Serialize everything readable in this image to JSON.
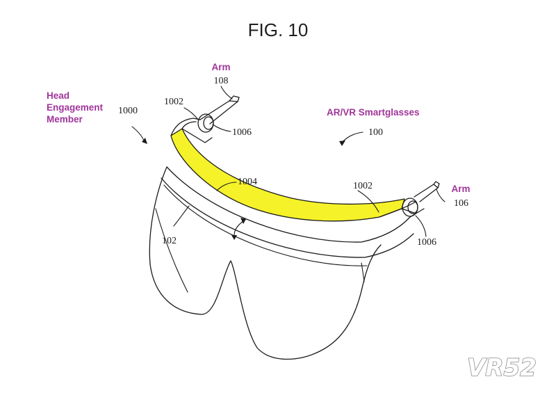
{
  "figure": {
    "title": "FIG. 10"
  },
  "labels": {
    "arm_left": "Arm",
    "arm_right": "Arm",
    "head_line1": "Head",
    "head_line2": "Engagement",
    "head_line3": "Member",
    "device": "AR/VR Smartglasses"
  },
  "refs": {
    "r108": "108",
    "r106": "106",
    "r1000": "1000",
    "r100": "100",
    "r1002_left": "1002",
    "r1002_right": "1002",
    "r1006_left": "1006",
    "r1006_right": "1006",
    "r1004": "1004",
    "r102": "102"
  },
  "colors": {
    "highlight": "#f5f22a",
    "label_purple": "#a0349a"
  },
  "watermark": "VR52"
}
